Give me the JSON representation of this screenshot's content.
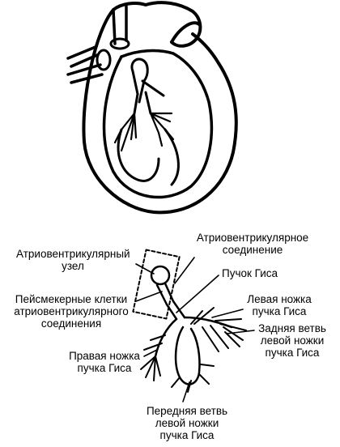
{
  "labels": {
    "av_node": [
      "Атриовентрикулярный",
      "узел"
    ],
    "av_junction": [
      "Атриовентрикулярное",
      "соединение"
    ],
    "his_bundle": [
      "Пучок Гиса"
    ],
    "pacemaker_cells": [
      "Пейсмекерные клетки",
      "атриовентрикулярного",
      "соединения"
    ],
    "left_bundle_branch": [
      "Левая ножка",
      "пучка Гиса"
    ],
    "posterior_fascicle": [
      "Задняя ветвь",
      "левой ножки",
      "пучка Гиса"
    ],
    "right_bundle_branch": [
      "Правая ножка",
      "пучка Гиса"
    ],
    "anterior_fascicle": [
      "Передняя ветвь",
      "левой ножки",
      "пучка Гиса"
    ]
  }
}
